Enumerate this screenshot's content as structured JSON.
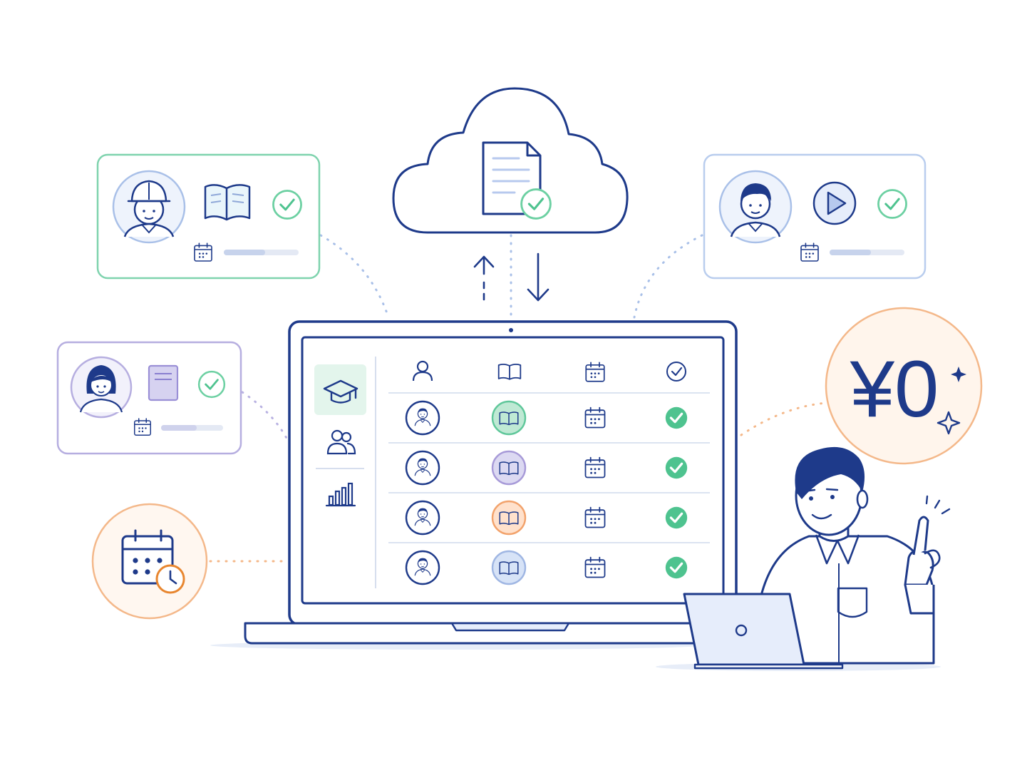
{
  "illustration": {
    "price_badge": {
      "text": "¥0"
    },
    "colors": {
      "navy": "#1e3a8a",
      "line_blue": "#8fa8d8",
      "green": "#5fc79a",
      "green_fill": "#e6f6ee",
      "purple": "#a79ad8",
      "purple_fill": "#d6d2f0",
      "orange": "#f2a26b",
      "orange_fill": "#fff3ea",
      "light_blue": "#b7c9ee"
    },
    "cards": [
      {
        "id": "worker",
        "avatar": "helmet-worker-avatar",
        "resource": "book-icon",
        "status": "check-icon",
        "accent": "#7fd3ae"
      },
      {
        "id": "woman",
        "avatar": "woman-avatar",
        "resource": "document-icon",
        "status": "check-icon",
        "accent": "#b6aee0"
      },
      {
        "id": "man",
        "avatar": "man-avatar",
        "resource": "play-video-icon",
        "status": "check-icon",
        "accent": "#b9cdee"
      }
    ],
    "dashboard": {
      "header_icons": [
        "person-icon",
        "book-icon",
        "calendar-icon",
        "check-icon"
      ],
      "sidebar_icons": [
        "graduation-cap-icon",
        "group-icon",
        "bar-chart-icon"
      ],
      "rows": [
        {
          "book_color": "#bfe9d4",
          "book_stroke": "#5fc79a"
        },
        {
          "book_color": "#dcd9f2",
          "book_stroke": "#a79ad8"
        },
        {
          "book_color": "#ffe1cc",
          "book_stroke": "#f2a26b"
        },
        {
          "book_color": "#d7e3f7",
          "book_stroke": "#9fb6e3"
        }
      ]
    }
  }
}
